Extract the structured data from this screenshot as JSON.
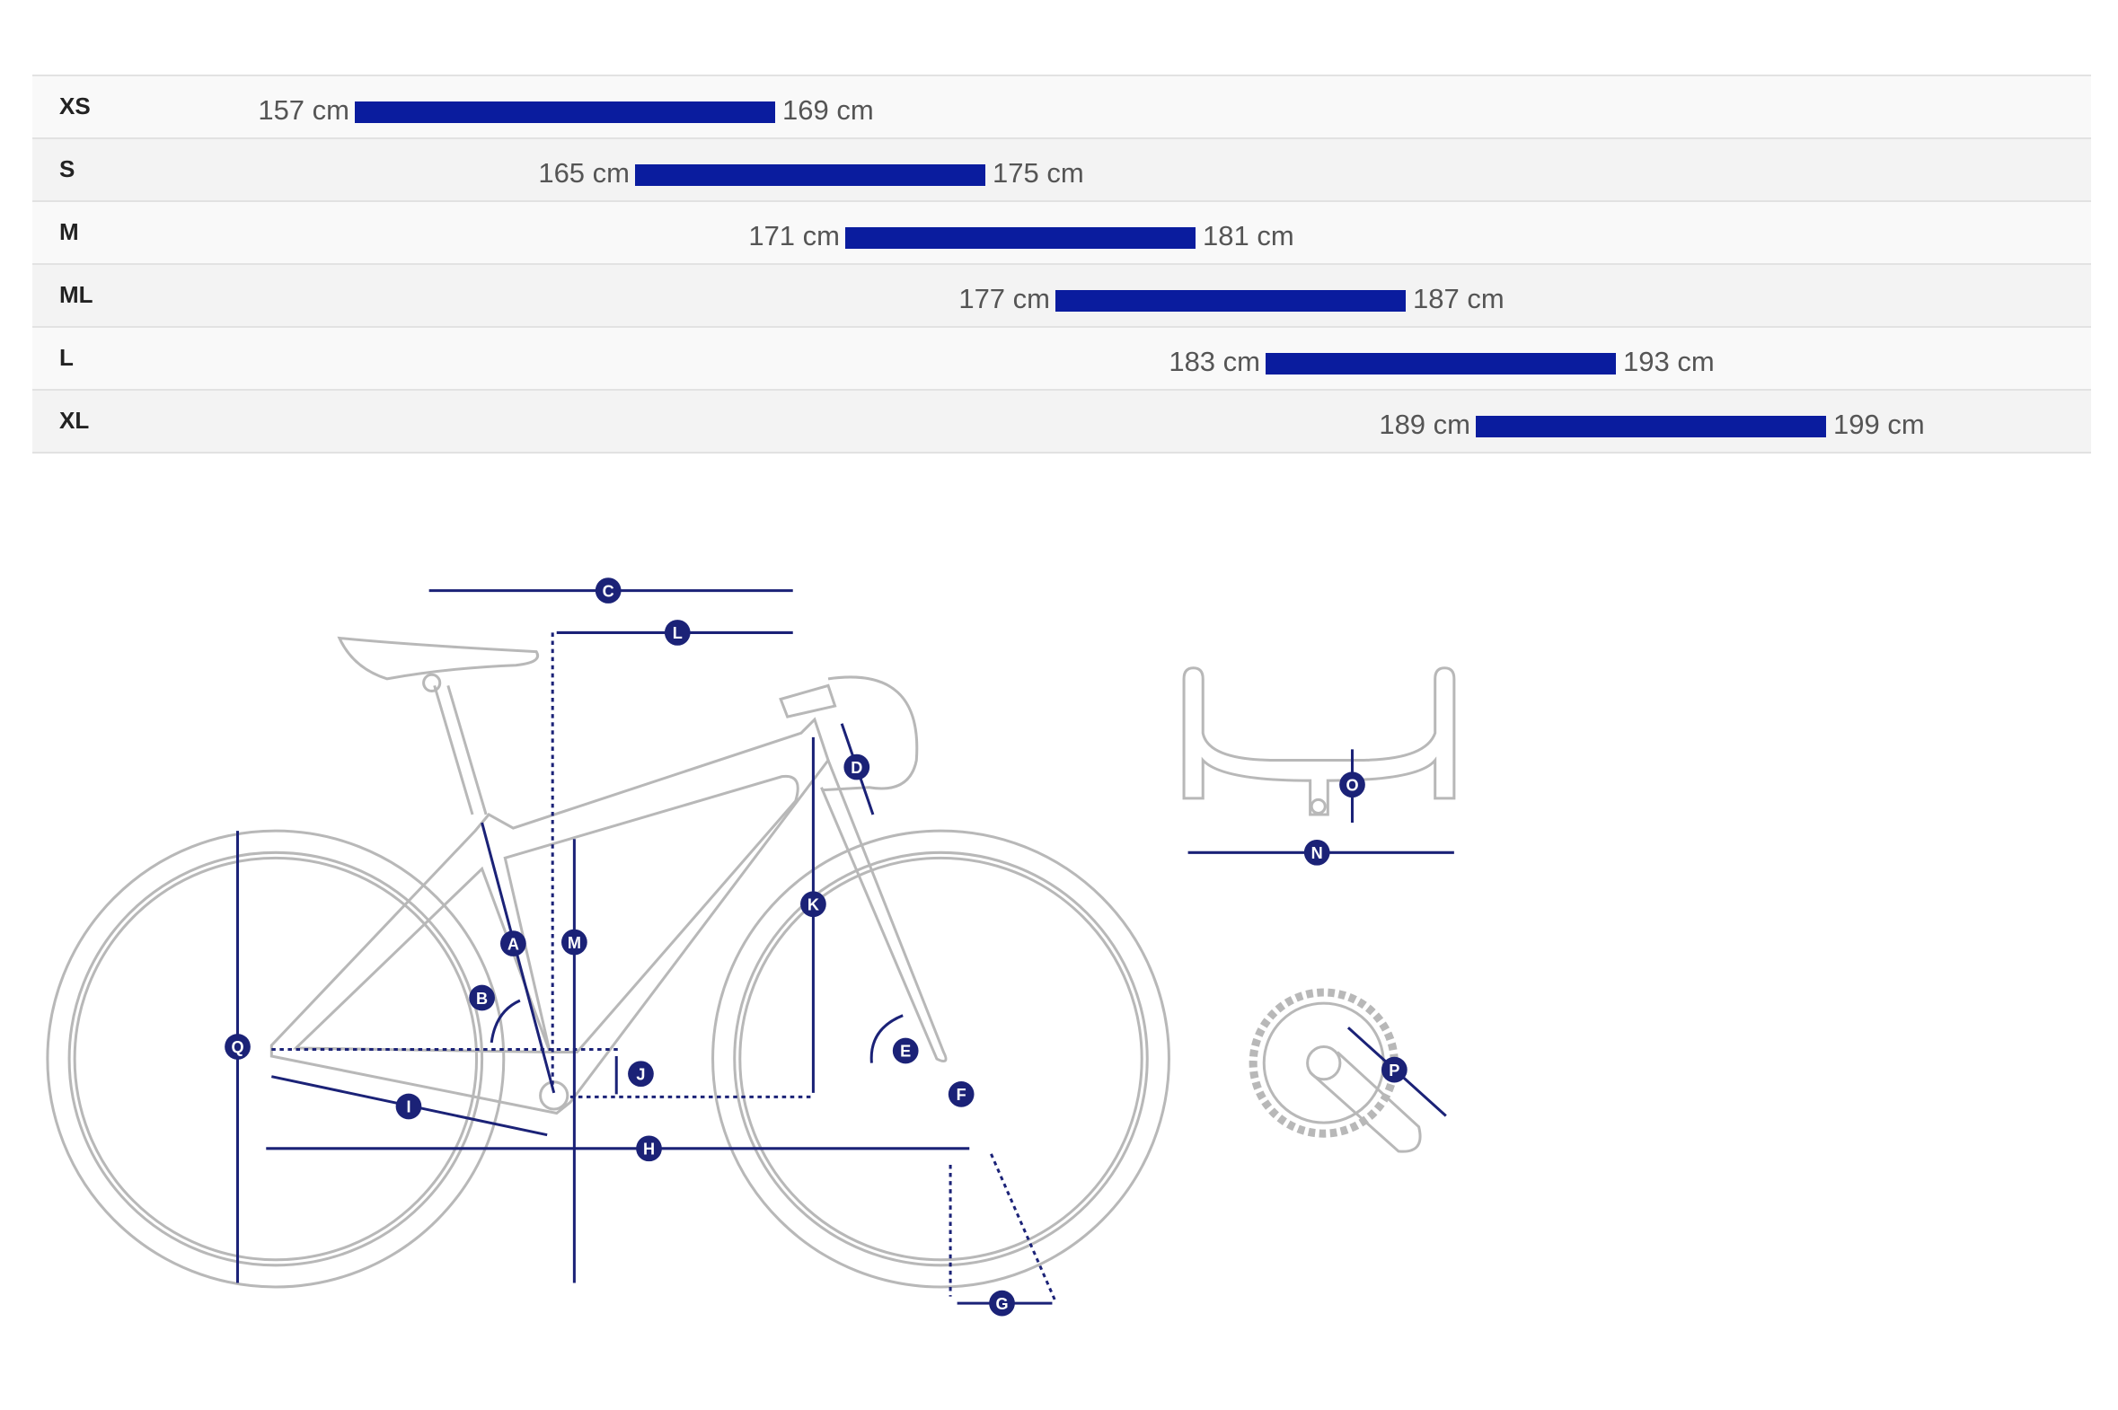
{
  "size_chart": {
    "rows": [
      {
        "size": "XS",
        "min": 157,
        "max": 169,
        "min_label": "157 cm",
        "max_label": "169 cm"
      },
      {
        "size": "S",
        "min": 165,
        "max": 175,
        "min_label": "165 cm",
        "max_label": "175 cm"
      },
      {
        "size": "M",
        "min": 171,
        "max": 181,
        "min_label": "171 cm",
        "max_label": "181 cm"
      },
      {
        "size": "ML",
        "min": 177,
        "max": 187,
        "min_label": "177 cm",
        "max_label": "187 cm"
      },
      {
        "size": "L",
        "min": 183,
        "max": 193,
        "min_label": "183 cm",
        "max_label": "193 cm"
      },
      {
        "size": "XL",
        "min": 189,
        "max": 199,
        "min_label": "189 cm",
        "max_label": "199 cm"
      }
    ],
    "bar_color": "#0a1c9e"
  },
  "geometry_labels": {
    "A": "A",
    "B": "B",
    "C": "C",
    "D": "D",
    "E": "E",
    "F": "F",
    "G": "G",
    "H": "H",
    "I": "I",
    "J": "J",
    "K": "K",
    "L": "L",
    "M": "M",
    "N": "N",
    "O": "O",
    "P": "P",
    "Q": "Q"
  },
  "colors": {
    "dimension": "#1b2277",
    "frame": "#b5b5b5"
  }
}
